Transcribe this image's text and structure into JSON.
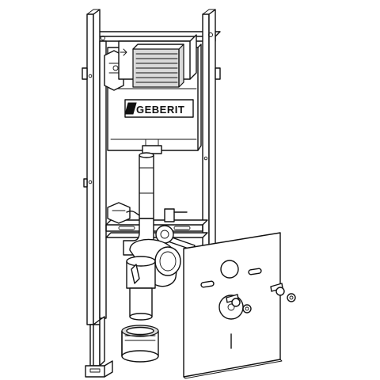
{
  "diagram": {
    "brand_text": "GEBERIT",
    "colors": {
      "line": "#111111",
      "fill": "#ffffff",
      "shade": "#d9d9d9"
    },
    "parts": [
      "installation-frame",
      "cistern",
      "flush-actuator-opening",
      "flush-pipe",
      "drain-bend",
      "connection-sleeve",
      "sound-insulation-mat",
      "fixing-bolts"
    ]
  }
}
